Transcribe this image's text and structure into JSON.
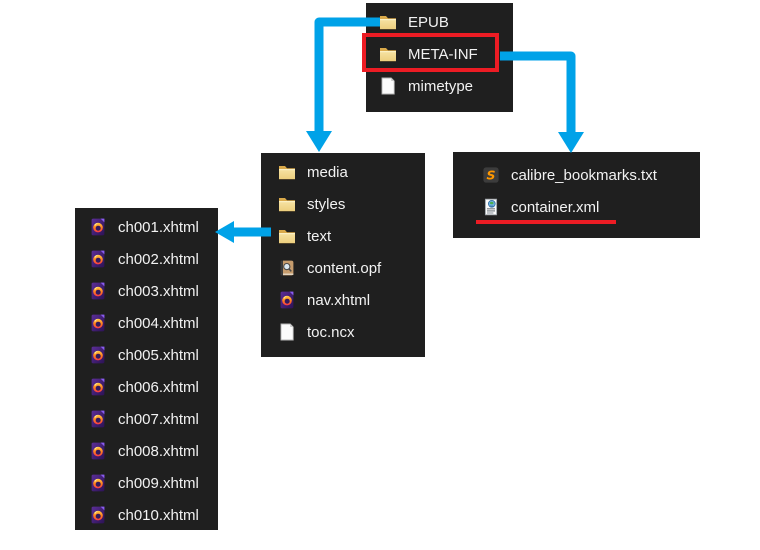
{
  "colors": {
    "arrow": "#00A2E8",
    "highlight": "#ED1C24",
    "panel_background": "#1F1F1F",
    "text": "#F2F2F2"
  },
  "panels": {
    "root": {
      "items": [
        {
          "label": "EPUB",
          "icon": "folder-icon"
        },
        {
          "label": "META-INF",
          "icon": "folder-icon",
          "highlighted": true
        },
        {
          "label": "mimetype",
          "icon": "file-icon"
        }
      ]
    },
    "epub_folder": {
      "items": [
        {
          "label": "media",
          "icon": "folder-icon"
        },
        {
          "label": "styles",
          "icon": "folder-icon"
        },
        {
          "label": "text",
          "icon": "folder-icon"
        },
        {
          "label": "content.opf",
          "icon": "ebook-icon"
        },
        {
          "label": "nav.xhtml",
          "icon": "firefox-html-icon"
        },
        {
          "label": "toc.ncx",
          "icon": "file-icon"
        }
      ]
    },
    "meta_inf_folder": {
      "items": [
        {
          "label": "calibre_bookmarks.txt",
          "icon": "sublime-text-icon"
        },
        {
          "label": "container.xml",
          "icon": "xml-document-icon",
          "underlined": true
        }
      ]
    },
    "text_folder": {
      "items": [
        {
          "label": "ch001.xhtml",
          "icon": "firefox-html-icon"
        },
        {
          "label": "ch002.xhtml",
          "icon": "firefox-html-icon"
        },
        {
          "label": "ch003.xhtml",
          "icon": "firefox-html-icon"
        },
        {
          "label": "ch004.xhtml",
          "icon": "firefox-html-icon"
        },
        {
          "label": "ch005.xhtml",
          "icon": "firefox-html-icon"
        },
        {
          "label": "ch006.xhtml",
          "icon": "firefox-html-icon"
        },
        {
          "label": "ch007.xhtml",
          "icon": "firefox-html-icon"
        },
        {
          "label": "ch008.xhtml",
          "icon": "firefox-html-icon"
        },
        {
          "label": "ch009.xhtml",
          "icon": "firefox-html-icon"
        },
        {
          "label": "ch010.xhtml",
          "icon": "firefox-html-icon"
        }
      ]
    }
  },
  "edges": [
    {
      "from": "EPUB",
      "to": "epub_folder_panel"
    },
    {
      "from": "META-INF",
      "to": "meta_inf_folder_panel"
    },
    {
      "from": "text",
      "to": "text_folder_panel"
    }
  ]
}
